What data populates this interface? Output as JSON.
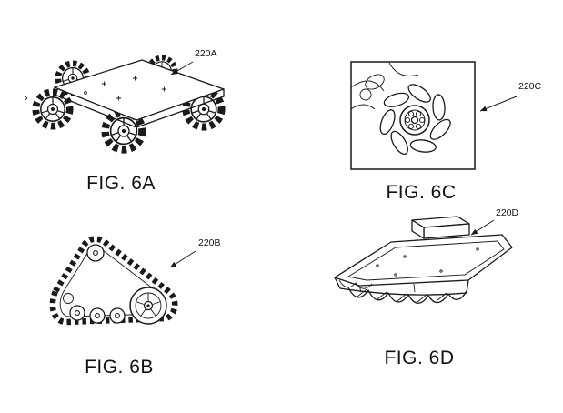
{
  "figures": [
    {
      "caption": "FIG. 6A",
      "ref_label": "220A"
    },
    {
      "caption": "FIG. 6B",
      "ref_label": "220B"
    },
    {
      "caption": "FIG. 6C",
      "ref_label": "220C"
    },
    {
      "caption": "FIG. 6D",
      "ref_label": "220D"
    }
  ],
  "colors": {
    "background": "#ffffff",
    "line": "#1a1a1a"
  }
}
